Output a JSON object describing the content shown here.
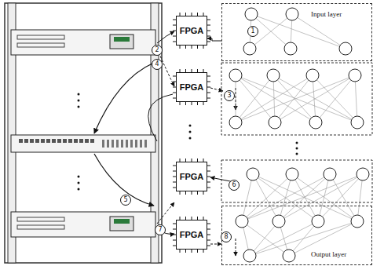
{
  "diagram": {
    "nodes": [
      {
        "text": [
          "Input layer"
        ]
      },
      {
        "text": [
          "FPGA"
        ]
      },
      {
        "text": [
          "FPGA"
        ]
      },
      {
        "text": [
          "FPGA"
        ]
      },
      {
        "text": [
          "FPGA"
        ]
      },
      {
        "text": [
          "Output layer"
        ]
      }
    ],
    "edges": [
      {
        "from": 0,
        "to": 1,
        "arrow": "to"
      },
      {
        "from": 4,
        "to": 5,
        "arrow": "to"
      }
    ],
    "labels": [
      "1",
      "2",
      "3",
      "4",
      "5",
      "6",
      "7",
      "8"
    ]
  }
}
